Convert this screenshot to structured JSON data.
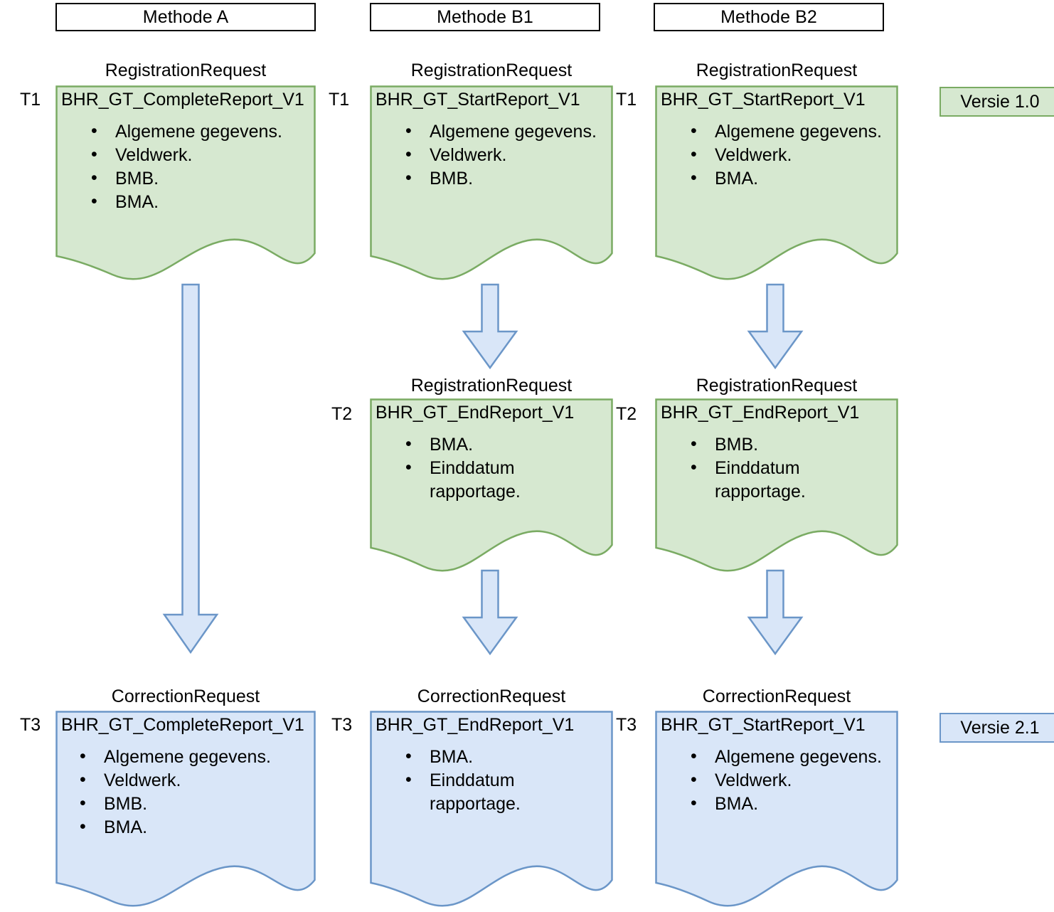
{
  "colors": {
    "green_fill": "#D6E8D0",
    "green_stroke": "#7AAB63",
    "blue_fill": "#D9E6F8",
    "blue_stroke": "#6B96C8",
    "header_stroke": "#000000",
    "background": "#FFFFFF"
  },
  "headers": [
    {
      "label": "Methode A"
    },
    {
      "label": "Methode B1"
    },
    {
      "label": "Methode B2"
    }
  ],
  "legend": [
    {
      "label": "Versie 1.0",
      "style": "green"
    },
    {
      "label": "Versie 2.1",
      "style": "blue"
    }
  ],
  "documents": [
    {
      "id": "a-t1",
      "column": "Methode A",
      "time": "T1",
      "time_side": "right",
      "caption": "RegistrationRequest",
      "code": "BHR_GT_CompleteReport_V1",
      "items": [
        "Algemene gegevens.",
        "Veldwerk.",
        "BMB.",
        "BMA."
      ],
      "style": "green"
    },
    {
      "id": "b1-t1",
      "column": "Methode B1",
      "time": "T1",
      "time_side": "right",
      "caption": "RegistrationRequest",
      "code": "BHR_GT_StartReport_V1",
      "items": [
        "Algemene gegevens.",
        "Veldwerk.",
        "BMB."
      ],
      "style": "green"
    },
    {
      "id": "b2-t1",
      "column": "Methode B2",
      "time": "T1",
      "time_side": "left",
      "caption": "RegistrationRequest",
      "code": "BHR_GT_StartReport_V1",
      "items": [
        "Algemene gegevens.",
        "Veldwerk.",
        "BMA."
      ],
      "style": "green"
    },
    {
      "id": "b1-t2",
      "column": "Methode B1",
      "time": "T2",
      "time_side": "left",
      "caption": "RegistrationRequest",
      "code": "BHR_GT_EndReport_V1",
      "items": [
        "BMA.",
        "Einddatum rapportage."
      ],
      "style": "green"
    },
    {
      "id": "b2-t2",
      "column": "Methode B2",
      "time": "T2",
      "time_side": "left",
      "caption": "RegistrationRequest",
      "code": "BHR_GT_EndReport_V1",
      "items": [
        "BMB.",
        "Einddatum rapportage."
      ],
      "style": "green"
    },
    {
      "id": "a-t3",
      "column": "Methode A",
      "time": "T3",
      "time_side": "left",
      "caption": "CorrectionRequest",
      "code": "BHR_GT_CompleteReport_V1",
      "items": [
        "Algemene gegevens.",
        "Veldwerk.",
        "BMB.",
        "BMA."
      ],
      "style": "blue"
    },
    {
      "id": "b1-t3",
      "column": "Methode B1",
      "time": "T3",
      "time_side": "left",
      "caption": "CorrectionRequest",
      "code": "BHR_GT_EndReport_V1",
      "items": [
        "BMA.",
        "Einddatum rapportage."
      ],
      "style": "blue"
    },
    {
      "id": "b2-t3",
      "column": "Methode B2",
      "time": "T3",
      "time_side": "left",
      "caption": "CorrectionRequest",
      "code": "BHR_GT_StartReport_V1",
      "items": [
        "Algemene gegevens.",
        "Veldwerk.",
        "BMA."
      ],
      "style": "blue"
    }
  ],
  "arrows": [
    {
      "id": "arrow-a-t1-t3",
      "from": "a-t1",
      "to": "a-t3",
      "direction": "down"
    },
    {
      "id": "arrow-b1-t1-t2",
      "from": "b1-t1",
      "to": "b1-t2",
      "direction": "down"
    },
    {
      "id": "arrow-b2-t1-t2",
      "from": "b2-t1",
      "to": "b2-t2",
      "direction": "down"
    },
    {
      "id": "arrow-b1-t2-t3",
      "from": "b1-t2",
      "to": "b1-t3",
      "direction": "down"
    },
    {
      "id": "arrow-b2-t2-t3",
      "from": "b2-t2",
      "to": "b2-t3",
      "direction": "down"
    }
  ]
}
